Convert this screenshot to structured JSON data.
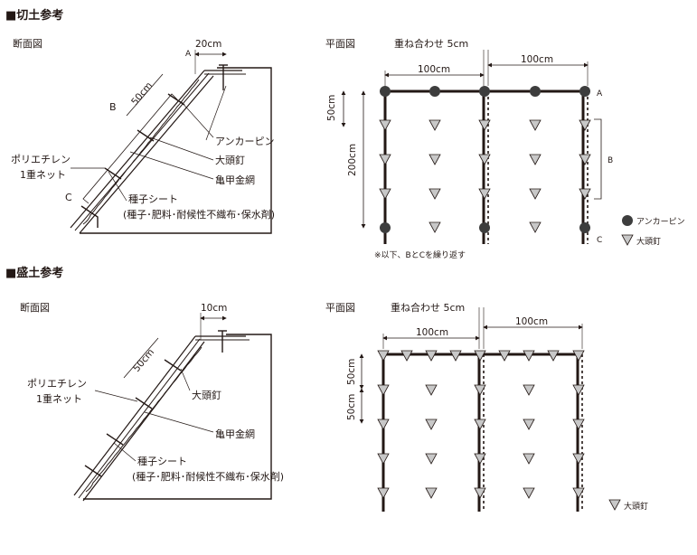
{
  "cut": {
    "heading": "■切土参考",
    "section_title": "断面図",
    "plan_title": "平面図",
    "dim_top": "20cm",
    "dim_slope": "50cm",
    "letter_a": "A",
    "letter_b": "B",
    "letter_c": "C",
    "label_anchor_pin": "アンカーピン",
    "label_big_nail": "大頭釘",
    "label_wire": "亀甲金網",
    "label_net": [
      "ポリエチレン",
      "1重ネット"
    ],
    "label_seed": [
      "種子シート",
      "(種子･肥料･耐候性不織布･保水剤)"
    ],
    "plan_overlap": "重ね合わせ 5cm",
    "plan_w1": "100cm",
    "plan_w2": "100cm",
    "plan_v1": "50cm",
    "plan_v2": "200cm",
    "plan_a": "A",
    "plan_b": "B",
    "plan_c": "C",
    "legend_pin": "アンカーピン",
    "legend_nail": "大頭釘",
    "note": "※以下、BとCを繰り返す"
  },
  "fill": {
    "heading": "■盛土参考",
    "section_title": "断面図",
    "plan_title": "平面図",
    "dim_top": "10cm",
    "dim_slope": "50cm",
    "label_net": [
      "ポリエチレン",
      "1重ネット"
    ],
    "label_big_nail": "大頭釘",
    "label_wire": "亀甲金網",
    "label_seed": [
      "種子シート",
      "(種子･肥料･耐候性不織布･保水剤)"
    ],
    "plan_overlap": "重ね合わせ 5cm",
    "plan_w1": "100cm",
    "plan_w2": "100cm",
    "plan_v1": "50cm",
    "plan_v2": "50cm",
    "legend_nail": "大頭釘"
  }
}
